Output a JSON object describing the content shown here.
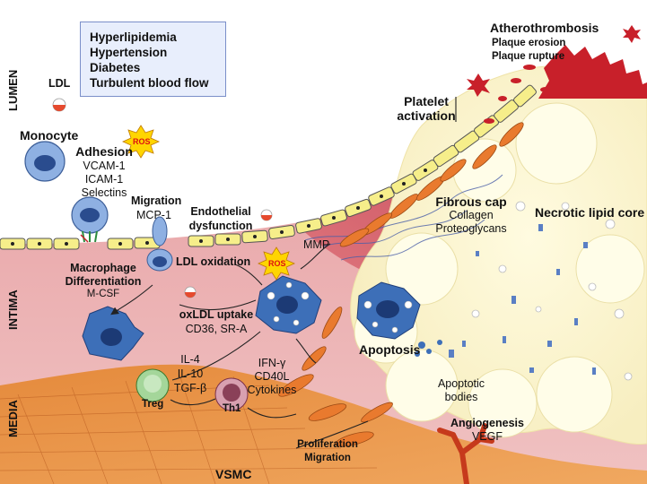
{
  "layers": {
    "lumen": "LUMEN",
    "intima": "INTIMA",
    "media": "MEDIA"
  },
  "risk_factors": [
    "Hyperlipidemia",
    "Hypertension",
    "Diabetes",
    "Turbulent blood flow"
  ],
  "labels": {
    "ldl": "LDL",
    "monocyte": "Monocyte",
    "ros": "ROS",
    "adhesion": "Adhesion",
    "adhesion_molecules": [
      "VCAM-1",
      "ICAM-1",
      "Selectins"
    ],
    "migration": "Migration",
    "mcp1": "MCP-1",
    "endothelial_dysfunction": [
      "Endothelial",
      "dysfunction"
    ],
    "ldl_oxidation": "LDL oxidation",
    "macrophage_differentiation": [
      "Macrophage",
      "Differentiation"
    ],
    "mcsf": "M-CSF",
    "oxldl_uptake": "oxLDL uptake",
    "receptors": "CD36, SR-A",
    "mmp": "MMP",
    "treg": "Treg",
    "treg_cytokines": [
      "IL-4",
      "IL-10",
      "TGF-β"
    ],
    "th1": "Th1",
    "th1_cytokines": [
      "IFN-γ",
      "CD40L",
      "Cytokines"
    ],
    "apoptosis": "Apoptosis",
    "apoptotic_bodies": [
      "Apoptotic",
      "bodies"
    ],
    "angiogenesis": "Angiogenesis",
    "vegf": "VEGF",
    "proliferation_migration": [
      "Proliferation",
      "Migration"
    ],
    "vsmc": "VSMC",
    "fibrous_cap": "Fibrous cap",
    "fibrous_cap_components": [
      "Collagen",
      "Proteoglycans"
    ],
    "necrotic_core": "Necrotic lipid core",
    "platelet_activation": [
      "Platelet",
      "activation"
    ],
    "atherothrombosis": "Atherothrombosis",
    "plaque_events": [
      "Plaque erosion",
      "Plaque rupture"
    ]
  },
  "colors": {
    "intima": "#e8a4a4",
    "media": "#e8873a",
    "necrotic_core": "#fbf4c8",
    "endothelium": "#f6ee8a",
    "monocyte": "#5b86c5",
    "macrophage": "#3d6fb8",
    "vsmc": "#e97a2e",
    "platelet": "#c8202a",
    "vessel": "#c63a1c"
  }
}
